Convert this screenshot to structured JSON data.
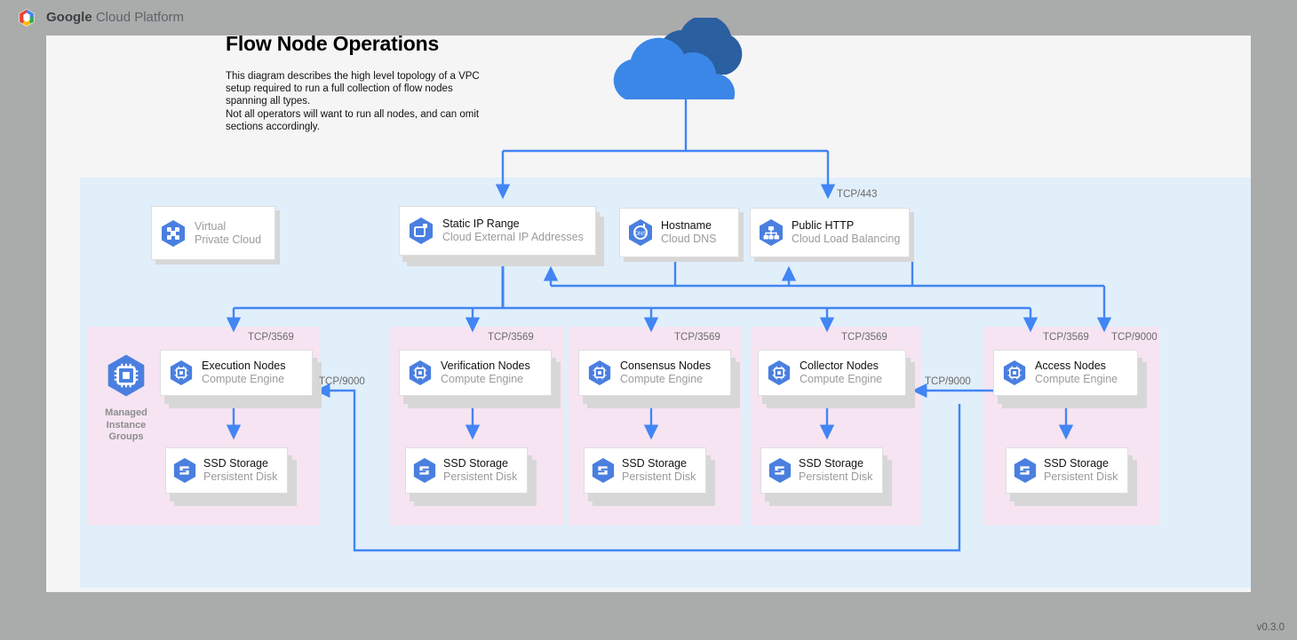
{
  "header": {
    "brand_bold": "Google",
    "brand_rest": " Cloud Platform",
    "logo_icon": "google-cloud-logo"
  },
  "diagram": {
    "title": "Flow Node Operations",
    "description": "This diagram describes the high level topology of a VPC setup required to run a full collection of flow nodes spanning all types.\nNot all operators will want to run all nodes, and can omit sections accordingly.",
    "version": "v0.3.0"
  },
  "internet": {
    "icon": "cloud-icon"
  },
  "top_nodes": [
    {
      "id": "vpc",
      "title": "Virtual",
      "subtitle": "Private Cloud",
      "icon": "vpc-icon",
      "muted": true
    },
    {
      "id": "static-ip",
      "title": "Static IP Range",
      "subtitle": "Cloud External IP Addresses",
      "icon": "static-ip-icon",
      "muted": false
    },
    {
      "id": "hostname",
      "title": "Hostname",
      "subtitle": "Cloud DNS",
      "icon": "cloud-dns-icon",
      "muted": false
    },
    {
      "id": "public-http",
      "title": "Public HTTP",
      "subtitle": "Cloud Load Balancing",
      "icon": "load-balancing-icon",
      "muted": false
    }
  ],
  "managed_instance_groups": {
    "label": "Managed\nInstance\nGroups",
    "icon": "compute-engine-icon"
  },
  "groups": [
    {
      "id": "execution",
      "node_title": "Execution Nodes",
      "node_subtitle": "Compute Engine",
      "storage_title": "SSD Storage",
      "storage_subtitle": "Persistent Disk",
      "node_icon": "compute-engine-icon",
      "storage_icon": "persistent-disk-icon"
    },
    {
      "id": "verification",
      "node_title": "Verification Nodes",
      "node_subtitle": "Compute Engine",
      "storage_title": "SSD Storage",
      "storage_subtitle": "Persistent Disk",
      "node_icon": "compute-engine-icon",
      "storage_icon": "persistent-disk-icon"
    },
    {
      "id": "consensus",
      "node_title": "Consensus Nodes",
      "node_subtitle": "Compute Engine",
      "storage_title": "SSD Storage",
      "storage_subtitle": "Persistent Disk",
      "node_icon": "compute-engine-icon",
      "storage_icon": "persistent-disk-icon"
    },
    {
      "id": "collector",
      "node_title": "Collector Nodes",
      "node_subtitle": "Compute Engine",
      "storage_title": "SSD Storage",
      "storage_subtitle": "Persistent Disk",
      "node_icon": "compute-engine-icon",
      "storage_icon": "persistent-disk-icon"
    },
    {
      "id": "access",
      "node_title": "Access Nodes",
      "node_subtitle": "Compute Engine",
      "storage_title": "SSD Storage",
      "storage_subtitle": "Persistent Disk",
      "node_icon": "compute-engine-icon",
      "storage_icon": "persistent-disk-icon"
    }
  ],
  "port_labels": {
    "tcp443": "TCP/443",
    "tcp3569_execution": "TCP/3569",
    "tcp3569_verification": "TCP/3569",
    "tcp3569_consensus": "TCP/3569",
    "tcp3569_collector": "TCP/3569",
    "tcp3569_access": "TCP/3569",
    "tcp9000_access_in": "TCP/9000",
    "tcp9000_to_collector": "TCP/9000",
    "tcp9000_to_execution": "TCP/9000"
  },
  "colors": {
    "wire": "#4285f4",
    "vpc_region": "#e1effb",
    "group_panel": "#f6e4f2",
    "canvas": "#f5f5f5",
    "page_bg": "#aaabab",
    "icon_blue": "#4a7fe0",
    "cloud_front": "#3b87e8",
    "cloud_back": "#2a5fa0"
  }
}
